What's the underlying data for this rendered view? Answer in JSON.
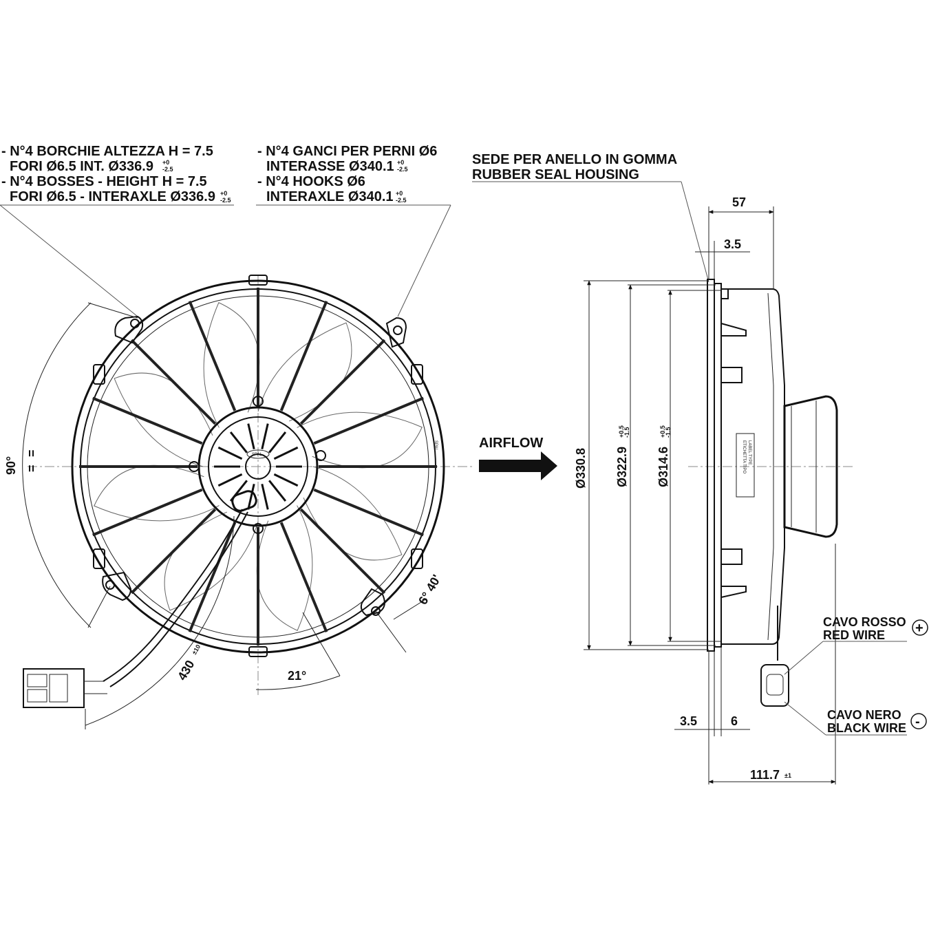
{
  "notes": {
    "bosses": {
      "line1": "- N°4 BORCHIE ALTEZZA H = 7.5",
      "line2": "FORI Ø6.5 INT. Ø336.9",
      "line3": "- N°4 BOSSES - HEIGHT H = 7.5",
      "line4": "FORI Ø6.5 - INTERAXLE Ø336.9",
      "tol_plus": "+0",
      "tol_minus": "-2.5"
    },
    "hooks": {
      "line1": "- N°4 GANCI PER PERNI Ø6",
      "line2": "INTERASSE Ø340.1",
      "line3": "- N°4 HOOKS Ø6",
      "line4": "INTERAXLE Ø340.1",
      "tol_plus": "+0",
      "tol_minus": "-2.5"
    },
    "seal": {
      "line1": "SEDE PER ANELLO IN GOMMA",
      "line2": "RUBBER SEAL HOUSING"
    }
  },
  "front_view": {
    "angle_90": "90°",
    "equal_mark": "=",
    "angle_6_40": "6° 40'",
    "angle_21": "21°",
    "cable_length": "430",
    "cable_tol": "±10",
    "brand_mark": "SPAL"
  },
  "airflow": {
    "label": "AIRFLOW"
  },
  "side_view": {
    "dim_57": "57",
    "dim_3_5_top": "3.5",
    "dim_330_8": "Ø330.8",
    "dim_322_9": "Ø322.9",
    "tol_322_plus": "+0.5",
    "tol_322_minus": "-1.5",
    "dim_314_6": "Ø314.6",
    "tol_314_plus": "+0.5",
    "tol_314_minus": "-1.5",
    "dim_3_5_bottom": "3.5",
    "dim_6": "6",
    "dim_111_7": "111.7",
    "tol_111_7": "±1",
    "label_tag": "ETICHETTA TIPO",
    "label_tag2": "LABEL TYPE"
  },
  "wires": {
    "red_it": "CAVO ROSSO",
    "red_en": "RED WIRE",
    "red_symbol": "+",
    "black_it": "CAVO NERO",
    "black_en": "BLACK WIRE",
    "black_symbol": "-"
  }
}
